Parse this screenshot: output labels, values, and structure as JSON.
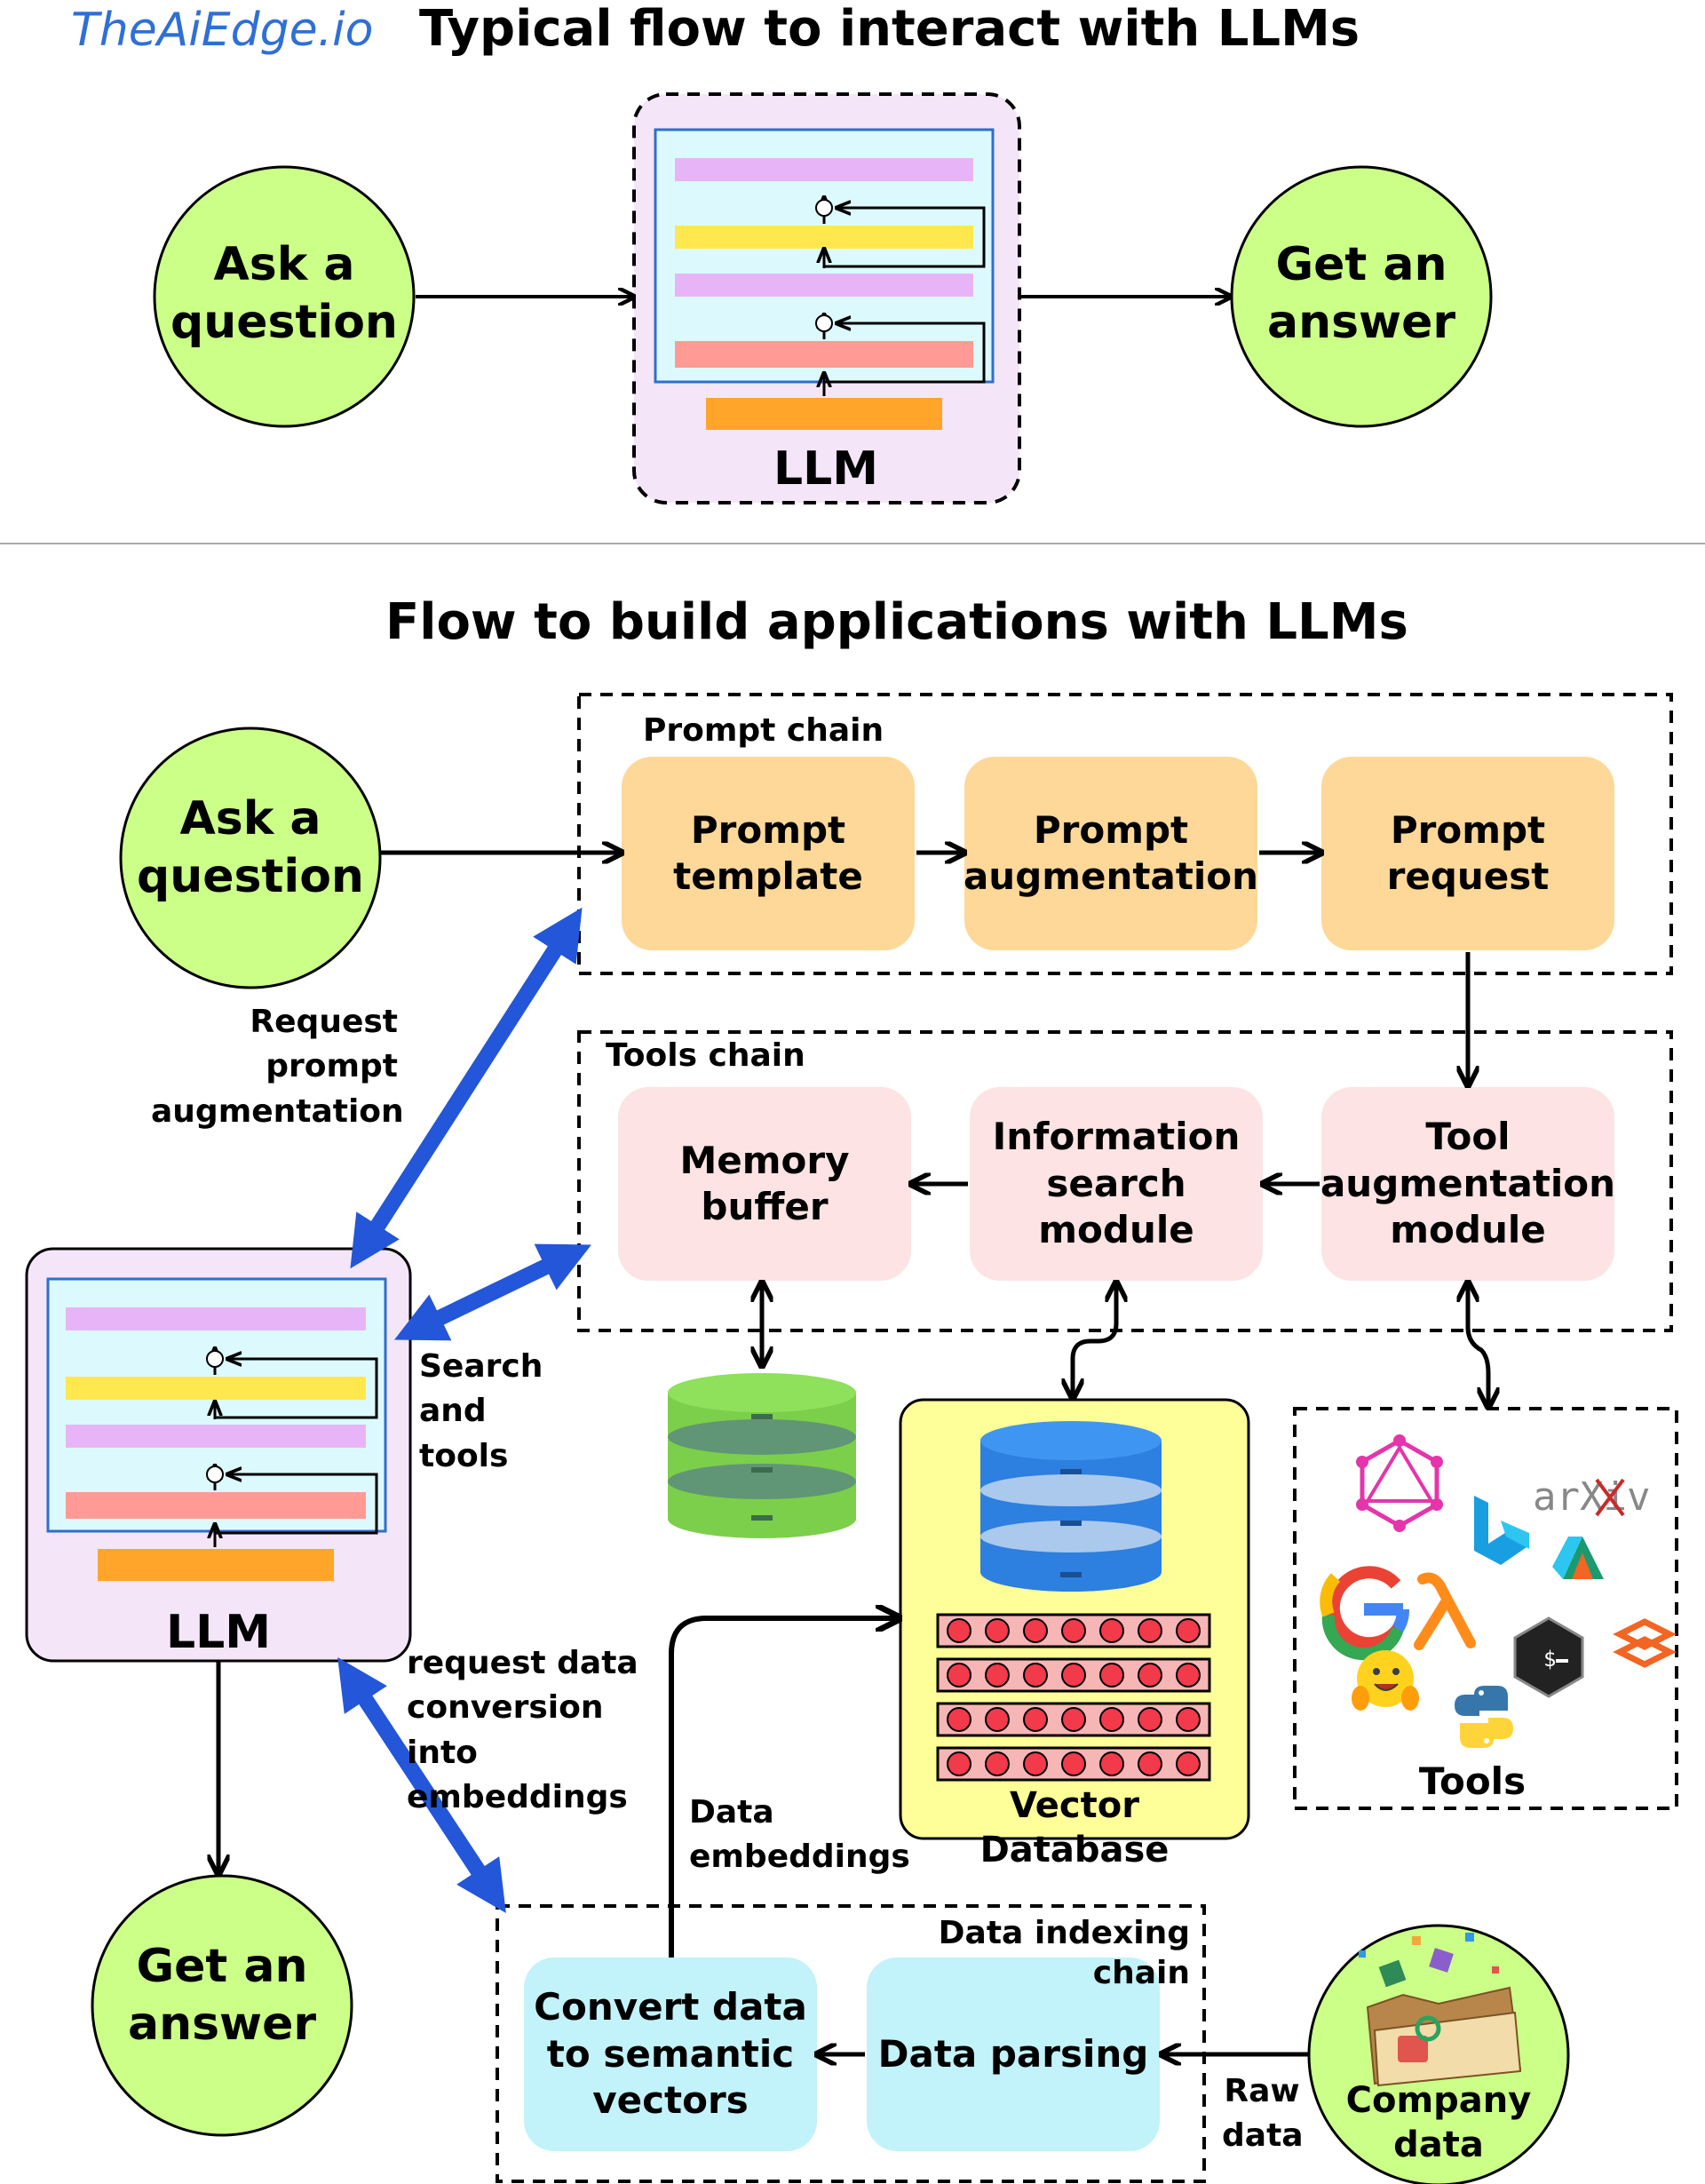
{
  "brand": "TheAiEdge.io",
  "top_section": {
    "title": "Typical flow to interact with LLMs",
    "ask_question": "Ask a question",
    "llm_label": "LLM",
    "get_answer": "Get an answer"
  },
  "bottom_section": {
    "title": "Flow to build applications with LLMs",
    "ask_question": "Ask a question",
    "get_answer": "Get an answer",
    "llm_label": "LLM",
    "prompt_chain": {
      "label": "Prompt chain",
      "steps": [
        "Prompt template",
        "Prompt augmentation",
        "Prompt request"
      ]
    },
    "tools_chain": {
      "label": "Tools chain",
      "steps": [
        "Memory buffer",
        "Information search module",
        "Tool augmentation module"
      ]
    },
    "data_indexing_chain": {
      "label": "Data indexing chain",
      "steps": [
        "Convert data to semantic vectors",
        "Data parsing"
      ]
    },
    "vector_database_label": "Vector Database",
    "tools_label": "Tools",
    "tool_logos": [
      "graphql-icon",
      "bing-icon",
      "arxiv-icon",
      "google-icon",
      "lambda-icon",
      "wolfram-alpha-icon",
      "hugging-face-icon",
      "terminal-icon",
      "stack-icon",
      "python-icon"
    ],
    "arxiv_text": "arXiv",
    "company_data": "Company data",
    "annotations": {
      "request_prompt_augmentation": "Request prompt augmentation",
      "search_and_tools": "Search and tools",
      "request_embeddings": "request data conversion into embeddings",
      "data_embeddings": "Data embeddings",
      "raw_data": "Raw data"
    }
  },
  "colors": {
    "circle_fill": "#ccff88",
    "llm_fill": "#f4e6f8",
    "prompt_box": "#fdd898",
    "tools_box": "#fde3e3",
    "indexing_box": "#c2f2fa",
    "vector_db_fill": "#ffff99",
    "blue_arrow": "#2356d8",
    "brand": "#2f6fd6"
  }
}
